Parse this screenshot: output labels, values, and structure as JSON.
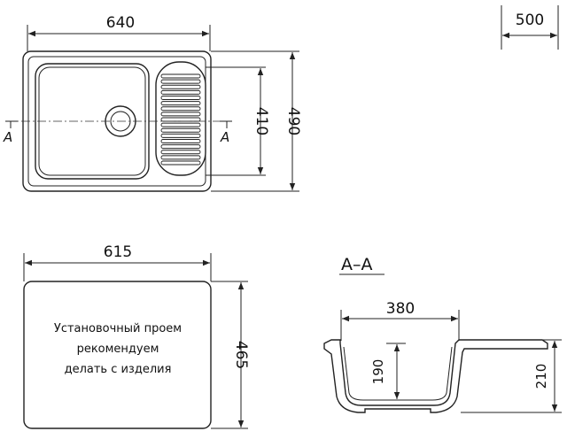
{
  "top_view": {
    "width_label": "640",
    "depth_label": "490",
    "bowl_depth_label": "410",
    "section_mark_left": "A",
    "section_mark_right": "A"
  },
  "corner_view": {
    "label": "500"
  },
  "cutout_view": {
    "width_label": "615",
    "height_label": "465",
    "note_lines": [
      "Установочный проем",
      "рекомендуем",
      "делать с изделия"
    ]
  },
  "section_view": {
    "title": "A–A",
    "bowl_width_label": "380",
    "bowl_depth_label": "190",
    "total_height_label": "210"
  }
}
